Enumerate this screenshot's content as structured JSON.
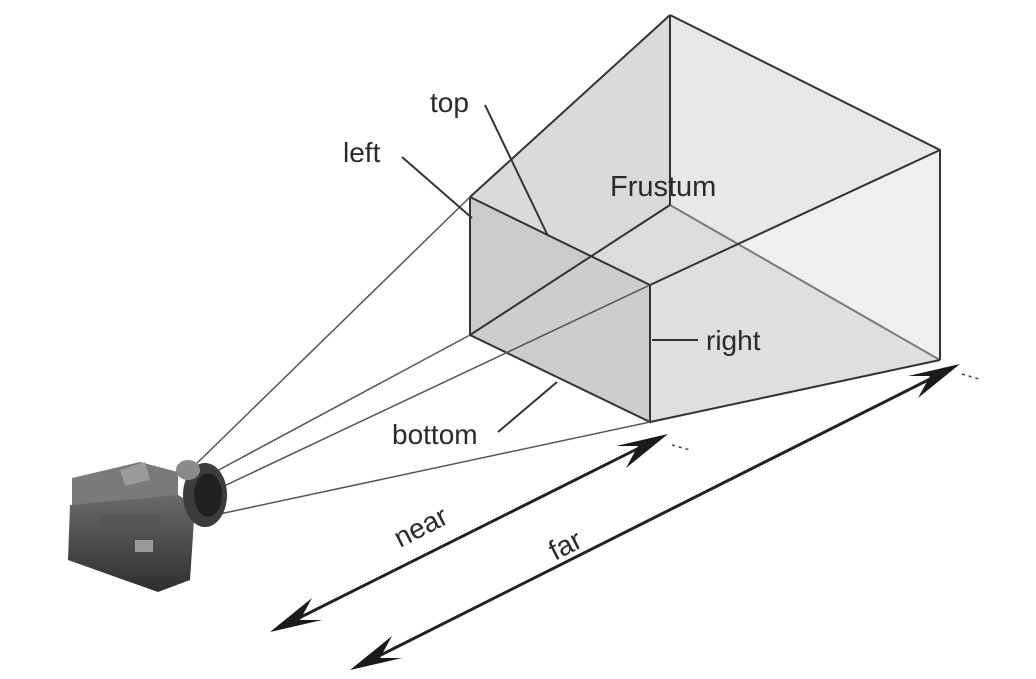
{
  "diagram": {
    "labels": {
      "frustum": "Frustum",
      "top": "top",
      "left": "left",
      "right": "right",
      "bottom": "bottom",
      "near": "near",
      "far": "far"
    },
    "colors": {
      "face_fill": "#c9c9c9",
      "face_fill_light": "#dcdcdc",
      "edge": "#333333",
      "text": "#2a2a2a"
    },
    "icons": [
      "camera-icon"
    ]
  }
}
